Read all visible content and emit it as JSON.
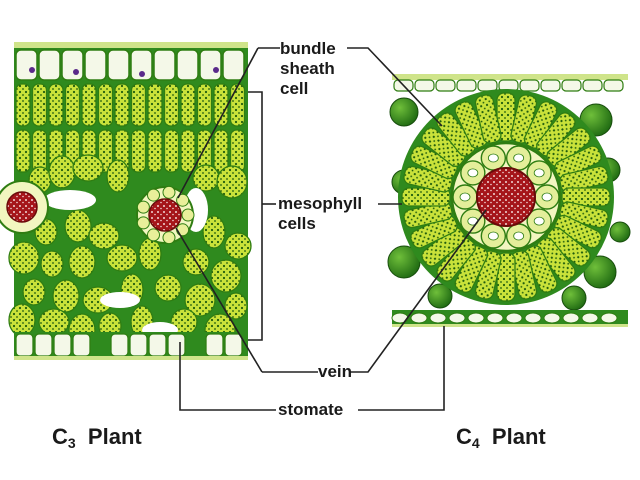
{
  "labels": {
    "bundle_sheath": [
      "bundle",
      "sheath",
      "cell"
    ],
    "mesophyll": [
      "mesophyll",
      "cells"
    ],
    "vein": "vein",
    "stomate": "stomate"
  },
  "plants": {
    "c3": {
      "letter": "C",
      "subscript": "3",
      "word": "Plant"
    },
    "c4": {
      "letter": "C",
      "subscript": "4",
      "word": "Plant"
    }
  },
  "colors": {
    "cell_fill": "#c9e23a",
    "cell_border": "#2f7d12",
    "chloroplast": "#1f5c0c",
    "epidermis": "#f4f8e8",
    "vein": "#a5151a",
    "vein_dots": "#f2d7d7",
    "sheath_light": "#f2f6c0",
    "dark_cell": "#2f8a1e",
    "line": "#222222"
  }
}
